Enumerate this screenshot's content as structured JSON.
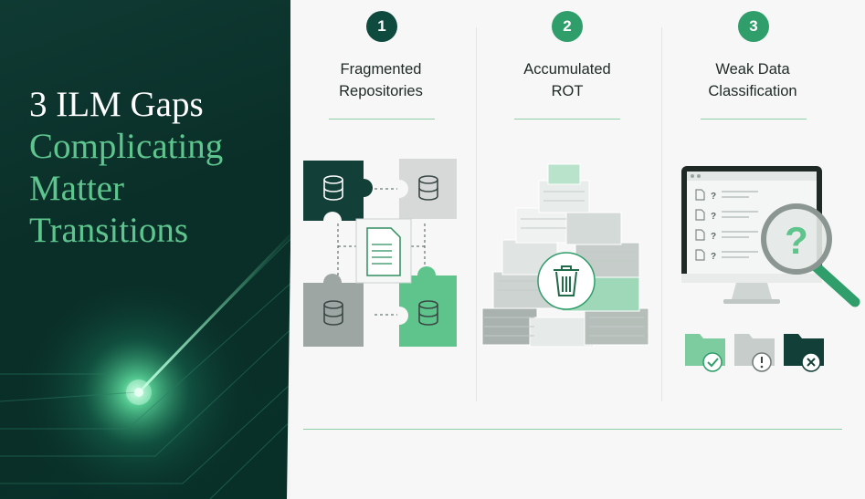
{
  "headline": {
    "line1": "3 ILM Gaps",
    "line2": "Complicating",
    "line3": "Matter",
    "line4": "Transitions"
  },
  "columns": [
    {
      "number": "1",
      "title_line1": "Fragmented",
      "title_line2": "Repositories",
      "icon": "puzzle-database-icon"
    },
    {
      "number": "2",
      "title_line1": "Accumulated",
      "title_line2": "ROT",
      "icon": "document-pile-trash-icon"
    },
    {
      "number": "3",
      "title_line1": "Weak Data",
      "title_line2": "Classification",
      "icon": "monitor-magnifier-question-icon"
    }
  ],
  "colors": {
    "dark_green": "#0f3a33",
    "accent_green": "#5fc58e",
    "step1": "#0f4a3f",
    "step2": "#2f9e6a",
    "step3": "#2f9e6a"
  }
}
